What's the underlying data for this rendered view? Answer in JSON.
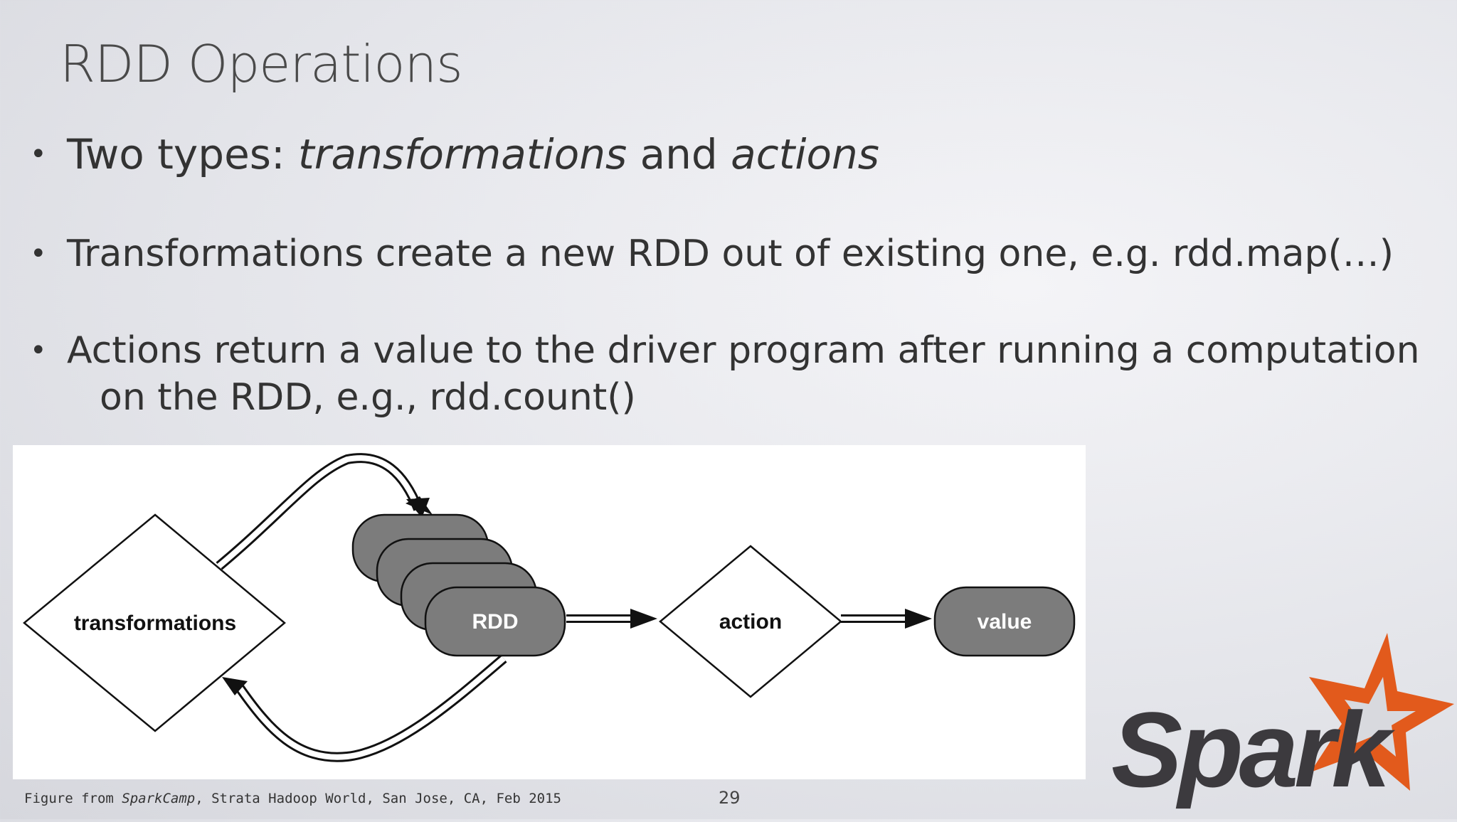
{
  "slide": {
    "title": "RDD Operations",
    "page_number": "29"
  },
  "bullets": [
    {
      "pre": "Two types: ",
      "em1": "transformations",
      "mid": " and ",
      "em2": "actions"
    },
    {
      "text": "Transformations create a new RDD out of existing one, e.g. rdd.map(…)"
    },
    {
      "line1": "Actions return a value to the driver program after running a computation",
      "line2": "on the RDD, e.g., rdd.count()"
    }
  ],
  "diagram": {
    "transformations_label": "transformations",
    "rdd_label": "RDD",
    "action_label": "action",
    "value_label": "value",
    "colors": {
      "node_fill": "#7c7c7c",
      "stroke": "#1a1a1a",
      "background": "#ffffff"
    }
  },
  "caption": {
    "pre": "Figure from ",
    "em": "SparkCamp",
    "post": ", Strata Hadoop World, San Jose, CA, Feb 2015"
  },
  "logo": {
    "text": "Spark",
    "star_color": "#e25a1c",
    "text_color": "#3c3a3e"
  }
}
